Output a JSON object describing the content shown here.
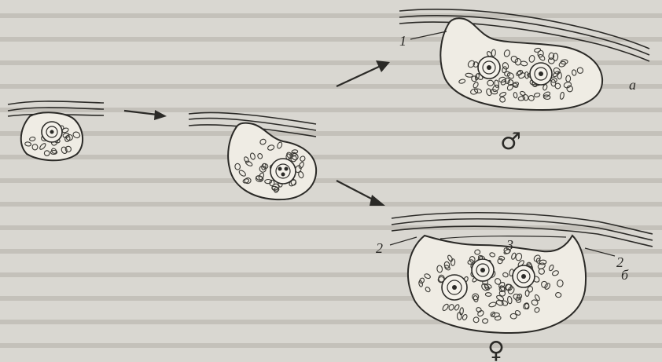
{
  "labels": {
    "one": "1",
    "two_left": "2",
    "two_right": "2",
    "three": "3",
    "variant_a": "a",
    "variant_b": "б"
  },
  "symbols": {
    "male": "♂",
    "female": "♀"
  },
  "colors": {
    "ink": "#2b2a27",
    "paper": "#d9d7d1",
    "tissue": "#efece4"
  }
}
